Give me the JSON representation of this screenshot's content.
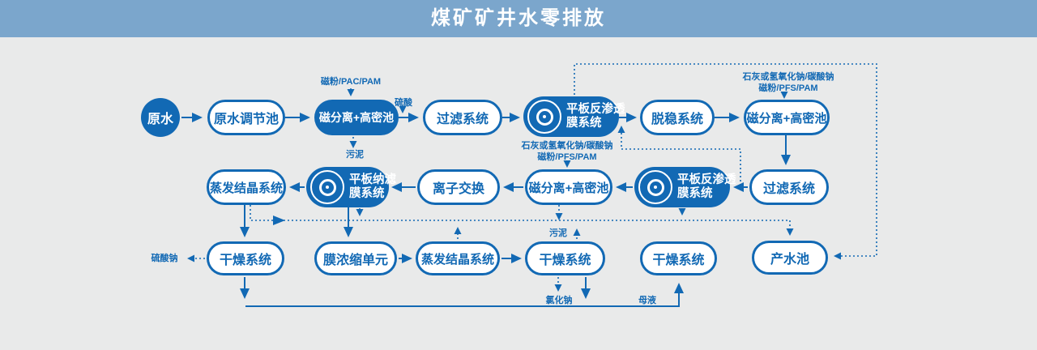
{
  "header": {
    "title": "煤矿矿井水零排放"
  },
  "colors": {
    "primary": "#1269b4",
    "header_bg": "#7ba6cc",
    "background": "#e9eaea"
  },
  "nodes": {
    "raw_water": "原水",
    "r1_regulating_pool": "原水调节池",
    "r1_magnetic_separation": "磁分离+高密池",
    "r1_filter_system": "过滤系统",
    "r1_ro_line1": "平板反渗透",
    "r1_ro_line2": "膜系统",
    "r1_destabilization": "脱稳系统",
    "r1_magnetic_separation2": "磁分离+高密池",
    "r2_evaporation": "蒸发结晶系统",
    "r2_nf_line1": "平板纳滤",
    "r2_nf_line2": "膜系统",
    "r2_ion_exchange": "离子交换",
    "r2_magnetic_separation": "磁分离+高密池",
    "r2_ro_line1": "平板反渗透",
    "r2_ro_line2": "膜系统",
    "r2_filter_system": "过滤系统",
    "r3_drying1": "干燥系统",
    "r3_membrane_concentration": "膜浓缩单元",
    "r3_evaporation": "蒸发结晶系统",
    "r3_drying2": "干燥系统",
    "r3_drying3": "干燥系统",
    "r3_product_water_pool": "产水池"
  },
  "annotations": {
    "magnetite_pac_pam": "磁粉/PAC/PAM",
    "sulfuric_acid": "硫酸",
    "sludge_row1": "污泥",
    "lime1_line1": "石灰或氢氧化钠/碳酸钠",
    "lime1_line2": "磁粉/PFS/PAM",
    "lime2_line1": "石灰或氢氧化钠/碳酸钠",
    "lime2_line2": "磁粉/PFS/PAM",
    "sludge_row2": "污泥",
    "sodium_sulfate": "硫酸钠",
    "sodium_chloride": "氯化钠",
    "mother_liquor": "母液"
  }
}
